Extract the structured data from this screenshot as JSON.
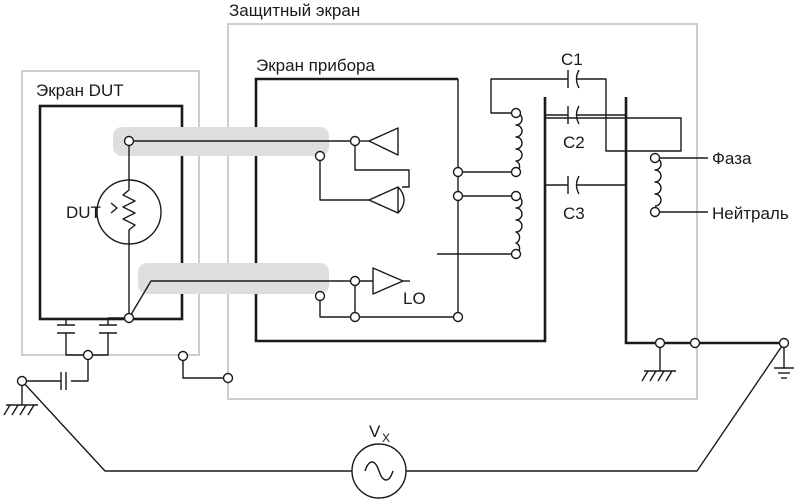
{
  "labels": {
    "guard_shield": "Защитный экран",
    "instrument_shield": "Экран прибора",
    "dut_shield": "Экран DUT",
    "dut": "DUT",
    "c1": "C1",
    "c2": "C2",
    "c3": "C3",
    "phase": "Фаза",
    "neutral": "Нейтраль",
    "lo": "LO",
    "vx_main": "V",
    "vx_sub": "X"
  },
  "colors": {
    "line": "#1a1a1a",
    "shield_outline": "#c8c8c8",
    "cable_fill": "#dedede"
  }
}
